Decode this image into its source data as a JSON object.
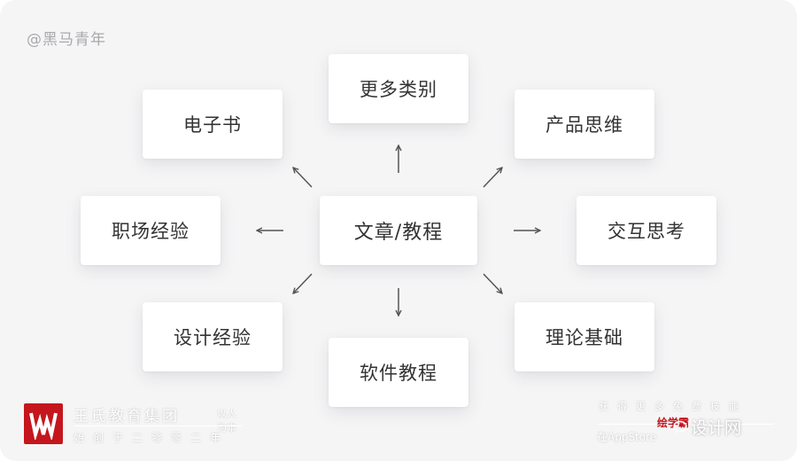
{
  "handle": "@黑马青年",
  "center": {
    "label": "文章/教程"
  },
  "nodes": {
    "more_categories": "更多类别",
    "ebook": "电子书",
    "product_thinking": "产品思维",
    "workplace_experience": "职场经验",
    "interaction_thinking": "交互思考",
    "design_experience": "设计经验",
    "software_tutorial": "软件教程",
    "theory_basics": "理论基础"
  },
  "watermark_left": {
    "company": "王氏教育集团",
    "motto": "以人为本",
    "slogan": "始创于二零零二年"
  },
  "watermark_right": {
    "top": "获得更多免费技能",
    "brand": "绘学霸",
    "app": "在AppStore",
    "site": "设计网"
  },
  "colors": {
    "background": "#f5f5f6",
    "node": "#ffffff",
    "text": "#333333",
    "arrow": "#555555",
    "logo_red": "#c5161d"
  }
}
